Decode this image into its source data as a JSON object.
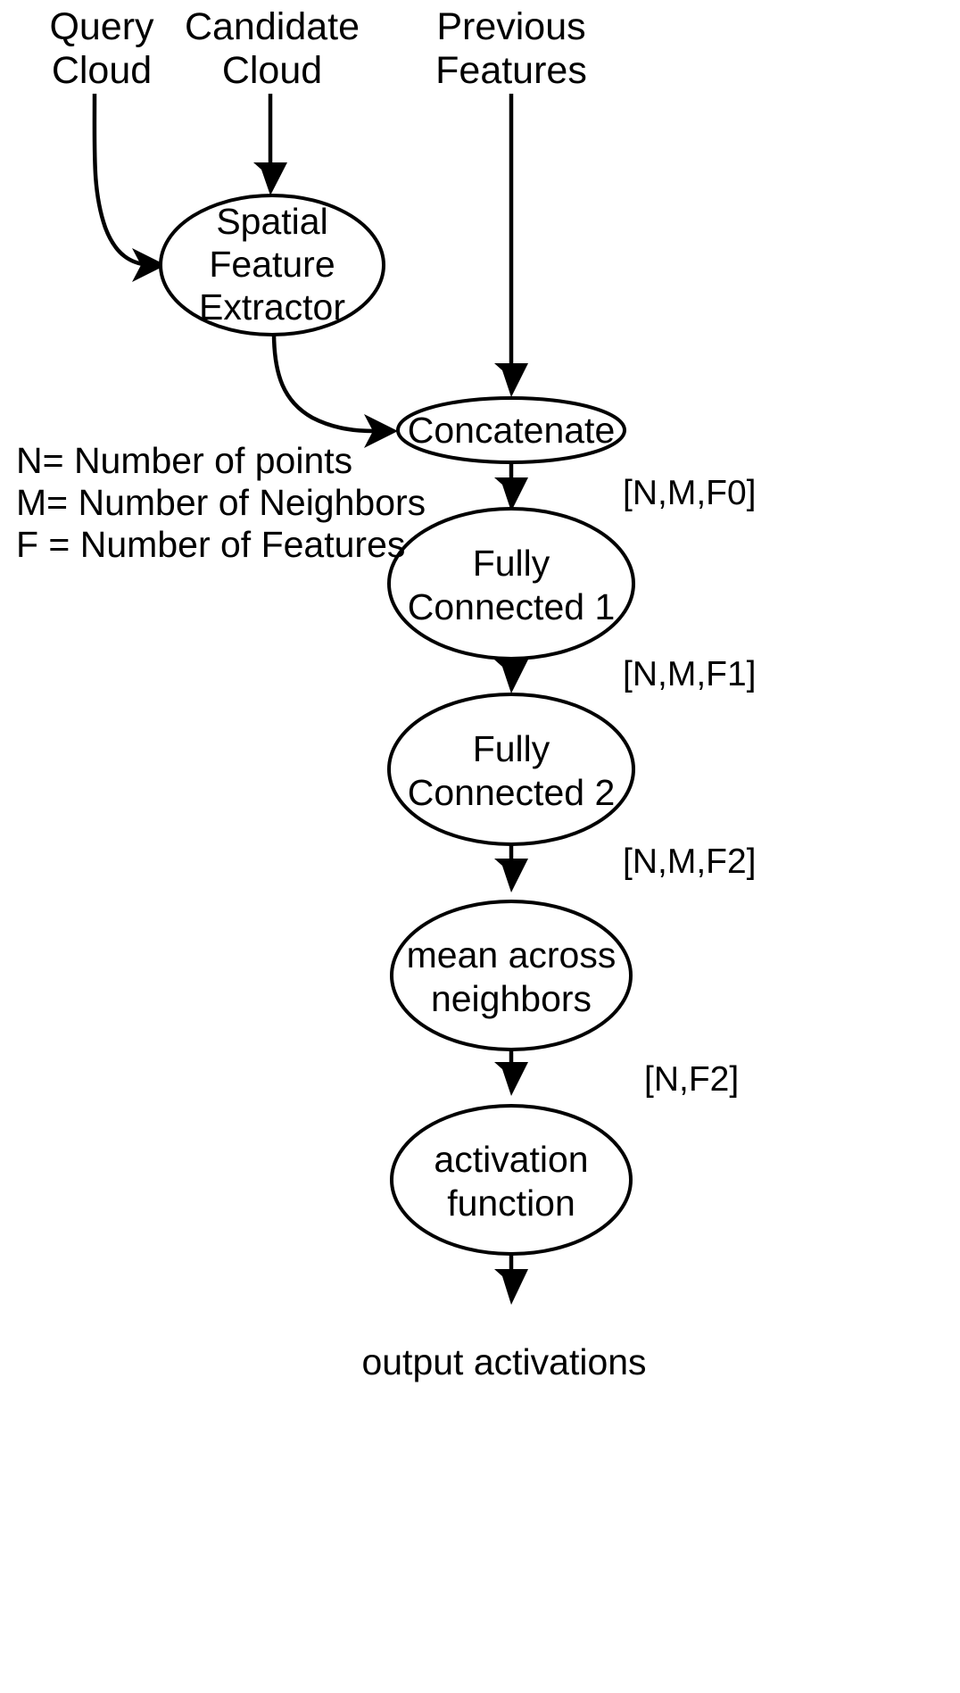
{
  "diagram": {
    "title": "Spatial feature extraction and fully-connected block",
    "background_color": "#ffffff",
    "stroke_color": "#000000",
    "inputs": [
      {
        "id": "query-cloud",
        "line1": "Query",
        "line2": "Cloud"
      },
      {
        "id": "candidate-cloud",
        "line1": "Candidate",
        "line2": "Cloud"
      },
      {
        "id": "previous-features",
        "line1": "Previous",
        "line2": "Features"
      }
    ],
    "nodes": [
      {
        "id": "spatial-feature-extractor",
        "line1": "Spatial",
        "line2": "Feature",
        "line3": "Extractor"
      },
      {
        "id": "concatenate",
        "line1": "Concatenate",
        "line2": "",
        "line3": ""
      },
      {
        "id": "fully-connected-1",
        "line1": "Fully",
        "line2": "Connected 1",
        "line3": ""
      },
      {
        "id": "fully-connected-2",
        "line1": "Fully",
        "line2": "Connected 2",
        "line3": ""
      },
      {
        "id": "mean-across-neighbors",
        "line1": "mean across",
        "line2": "neighbors",
        "line3": ""
      },
      {
        "id": "activation-function",
        "line1": "activation",
        "line2": "function",
        "line3": ""
      }
    ],
    "legend": [
      {
        "id": "legend-n",
        "text": "N= Number of points"
      },
      {
        "id": "legend-m",
        "text": "M= Number of Neighbors"
      },
      {
        "id": "legend-f",
        "text": "F = Number of Features"
      }
    ],
    "dimension_labels": [
      {
        "id": "dim-nmf0",
        "text": "[N,M,F0]"
      },
      {
        "id": "dim-nmf1",
        "text": "[N,M,F1]"
      },
      {
        "id": "dim-nmf2",
        "text": "[N,M,F2]"
      },
      {
        "id": "dim-nf2",
        "text": "[N,F2]"
      }
    ],
    "output": {
      "id": "output-activations",
      "text": "output activations"
    }
  }
}
